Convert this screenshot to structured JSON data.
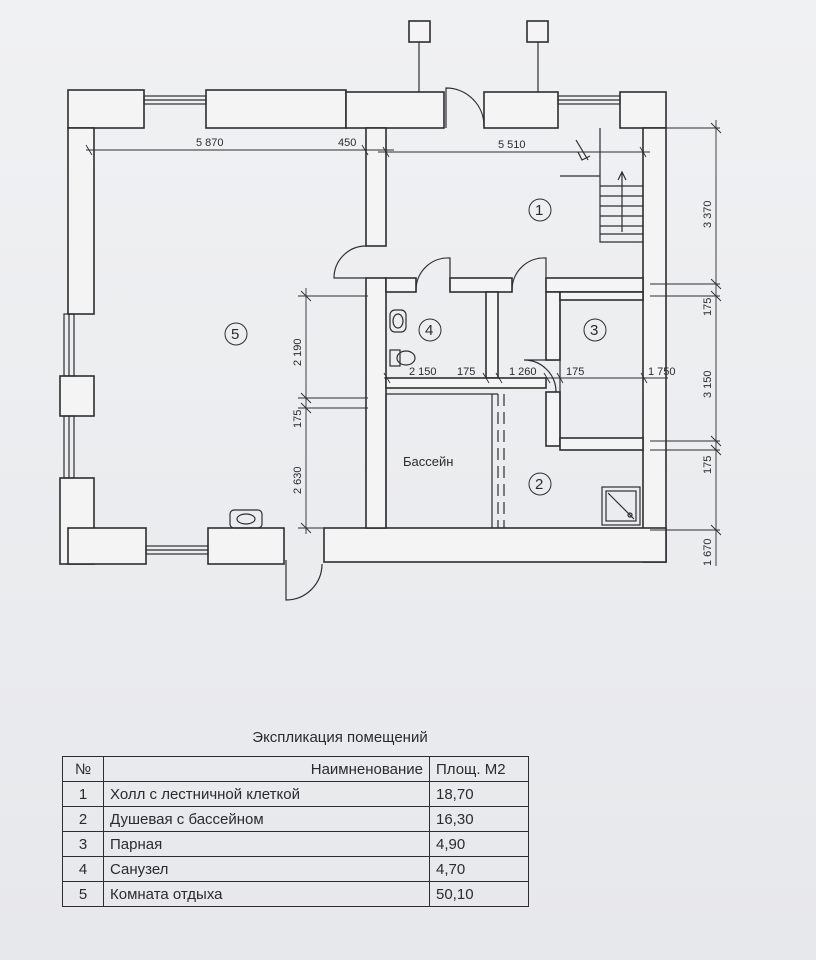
{
  "plan": {
    "dims": {
      "top_left": "5 870",
      "top_mid": "450",
      "top_right": "5 510",
      "right_1": "3 370",
      "right_2": "175",
      "right_3": "3 150",
      "right_4": "175",
      "right_5": "1 670",
      "left_1": "2 190",
      "left_2": "175",
      "left_3": "2 630",
      "inner_1": "2 150",
      "inner_2": "175",
      "inner_3": "1 260",
      "inner_4": "175",
      "inner_5": "1 750"
    },
    "rooms": {
      "r1": "1",
      "r2": "2",
      "r3": "3",
      "r4": "4",
      "r5": "5",
      "pool": "Бассейн"
    }
  },
  "explication": {
    "title": "Экспликация помещений",
    "headers": {
      "num": "№",
      "name": "Наимненование",
      "area": "Площ. М2"
    },
    "rows": [
      {
        "num": "1",
        "name": "Холл с лестничной клеткой",
        "area": "18,70"
      },
      {
        "num": "2",
        "name": "Душевая с бассейном",
        "area": "16,30"
      },
      {
        "num": "3",
        "name": "Парная",
        "area": "4,90"
      },
      {
        "num": "4",
        "name": "Санузел",
        "area": "4,70"
      },
      {
        "num": "5",
        "name": "Комната отдыха",
        "area": "50,10"
      }
    ]
  }
}
